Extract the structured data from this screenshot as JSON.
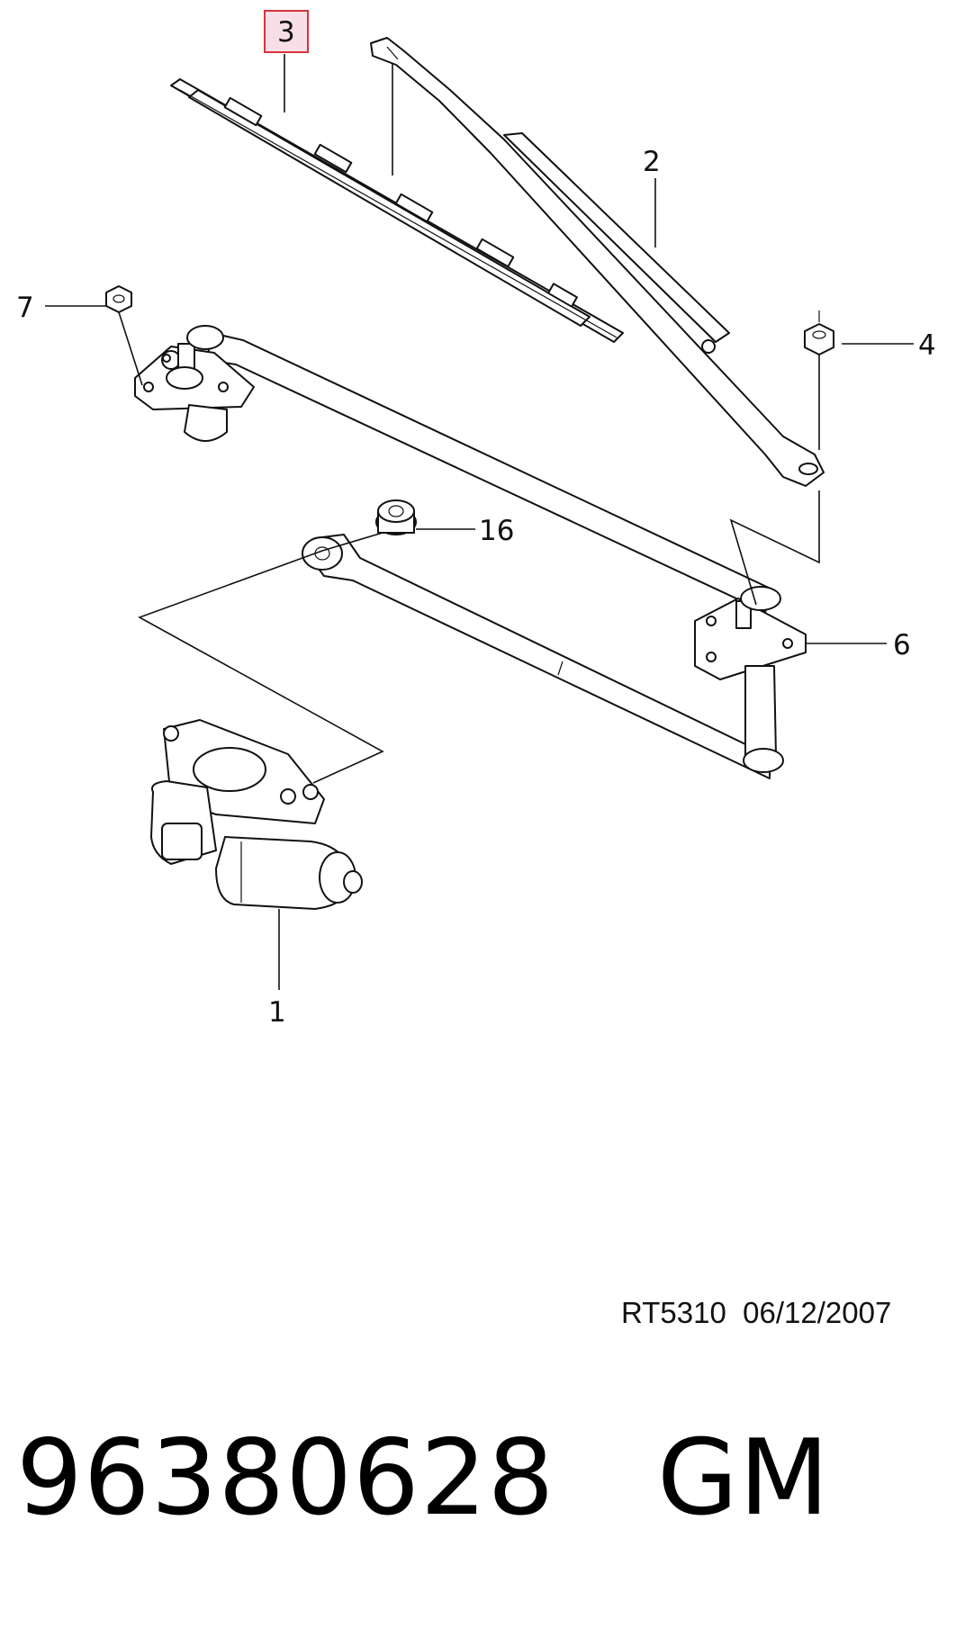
{
  "callouts": {
    "c1": "1",
    "c2": "2",
    "c3": "3",
    "c4": "4",
    "c6": "6",
    "c7": "7",
    "c16": "16"
  },
  "highlighted_callout": "3",
  "reference": "RT5310  06/12/2007",
  "part_line": "96380628   GM",
  "colors": {
    "highlight_fill": "#f8dfe7",
    "highlight_border": "#d9323f",
    "ink": "#111111"
  }
}
